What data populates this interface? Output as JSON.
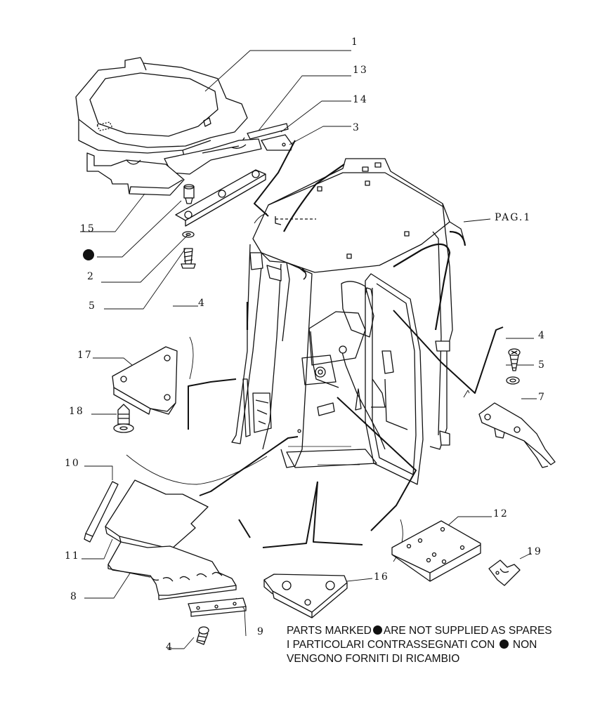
{
  "callouts": {
    "c1": "1",
    "c13": "13",
    "c14": "14",
    "c3": "3",
    "c15": "15",
    "c2": "2",
    "c5a": "5",
    "c4a": "4",
    "pag": "PAG.1",
    "c4b": "4",
    "c5b": "5",
    "c7": "7",
    "c17": "17",
    "c18": "18",
    "c10": "10",
    "c11": "11",
    "c12": "12",
    "c8": "8",
    "c16": "16",
    "c19": "19",
    "c9": "9",
    "c4c": "4"
  },
  "note": {
    "line1_a": "PARTS MARKED",
    "line1_b": "ARE NOT SUPPLIED AS SPARES",
    "line2_a": "I PARTICOLARI  CONTRASSEGNATI  CON",
    "line2_b": "NON",
    "line3": "VENGONO FORNITI DI RICAMBIO"
  }
}
